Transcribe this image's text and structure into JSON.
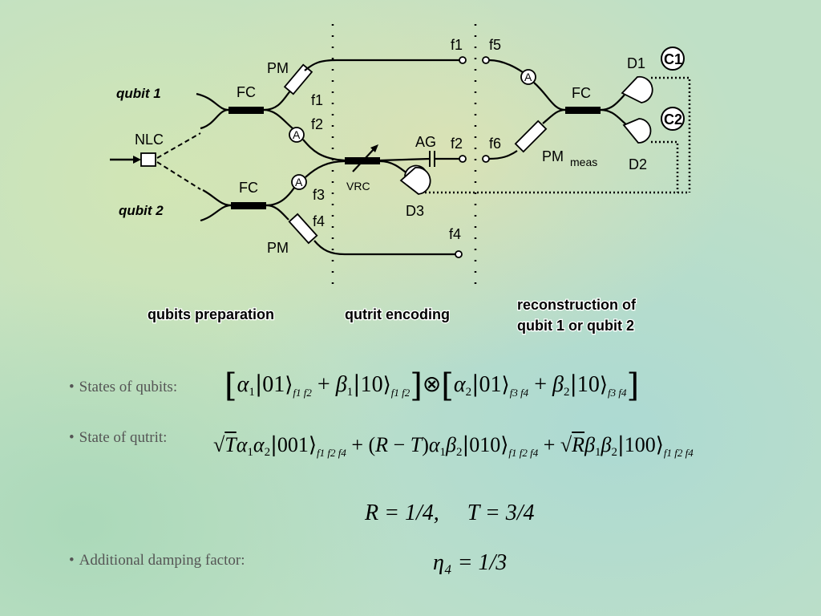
{
  "diagram": {
    "labels": {
      "qubit1": "qubit 1",
      "qubit2": "qubit 2",
      "nlc": "NLC",
      "fc_top": "FC",
      "fc_bottom": "FC",
      "fc_right": "FC",
      "pm_top": "PM",
      "pm_bottom": "PM",
      "pm_meas_main": "PM",
      "pm_meas_sub": "meas",
      "f1_left": "f1",
      "f2_left": "f2",
      "f3_left": "f3",
      "f4_left": "f4",
      "f1_right": "f1",
      "f2_right": "f2",
      "f4_right": "f4",
      "f5": "f5",
      "f6": "f6",
      "ag": "AG",
      "vrc": "VRC",
      "d1": "D1",
      "d2": "D2",
      "d3": "D3",
      "c1": "C1",
      "c2": "C2",
      "attenuator": "A"
    },
    "sections": {
      "prep": "qubits preparation",
      "encode": "qutrit encoding",
      "recon_line1": "reconstruction of",
      "recon_line2": "qubit 1 or qubit 2"
    }
  },
  "bullets": {
    "states_of_qubits": "States of qubits:",
    "state_of_qutrit": "State of qutrit:",
    "damping": "Additional damping factor:"
  },
  "equations": {
    "rt_values": "R = 1/4,     T = 3/4",
    "eta": "η₄ = 1/3"
  },
  "colors": {
    "background": "#bfe0c6",
    "ink": "#000000",
    "bullet_text": "#555555"
  }
}
